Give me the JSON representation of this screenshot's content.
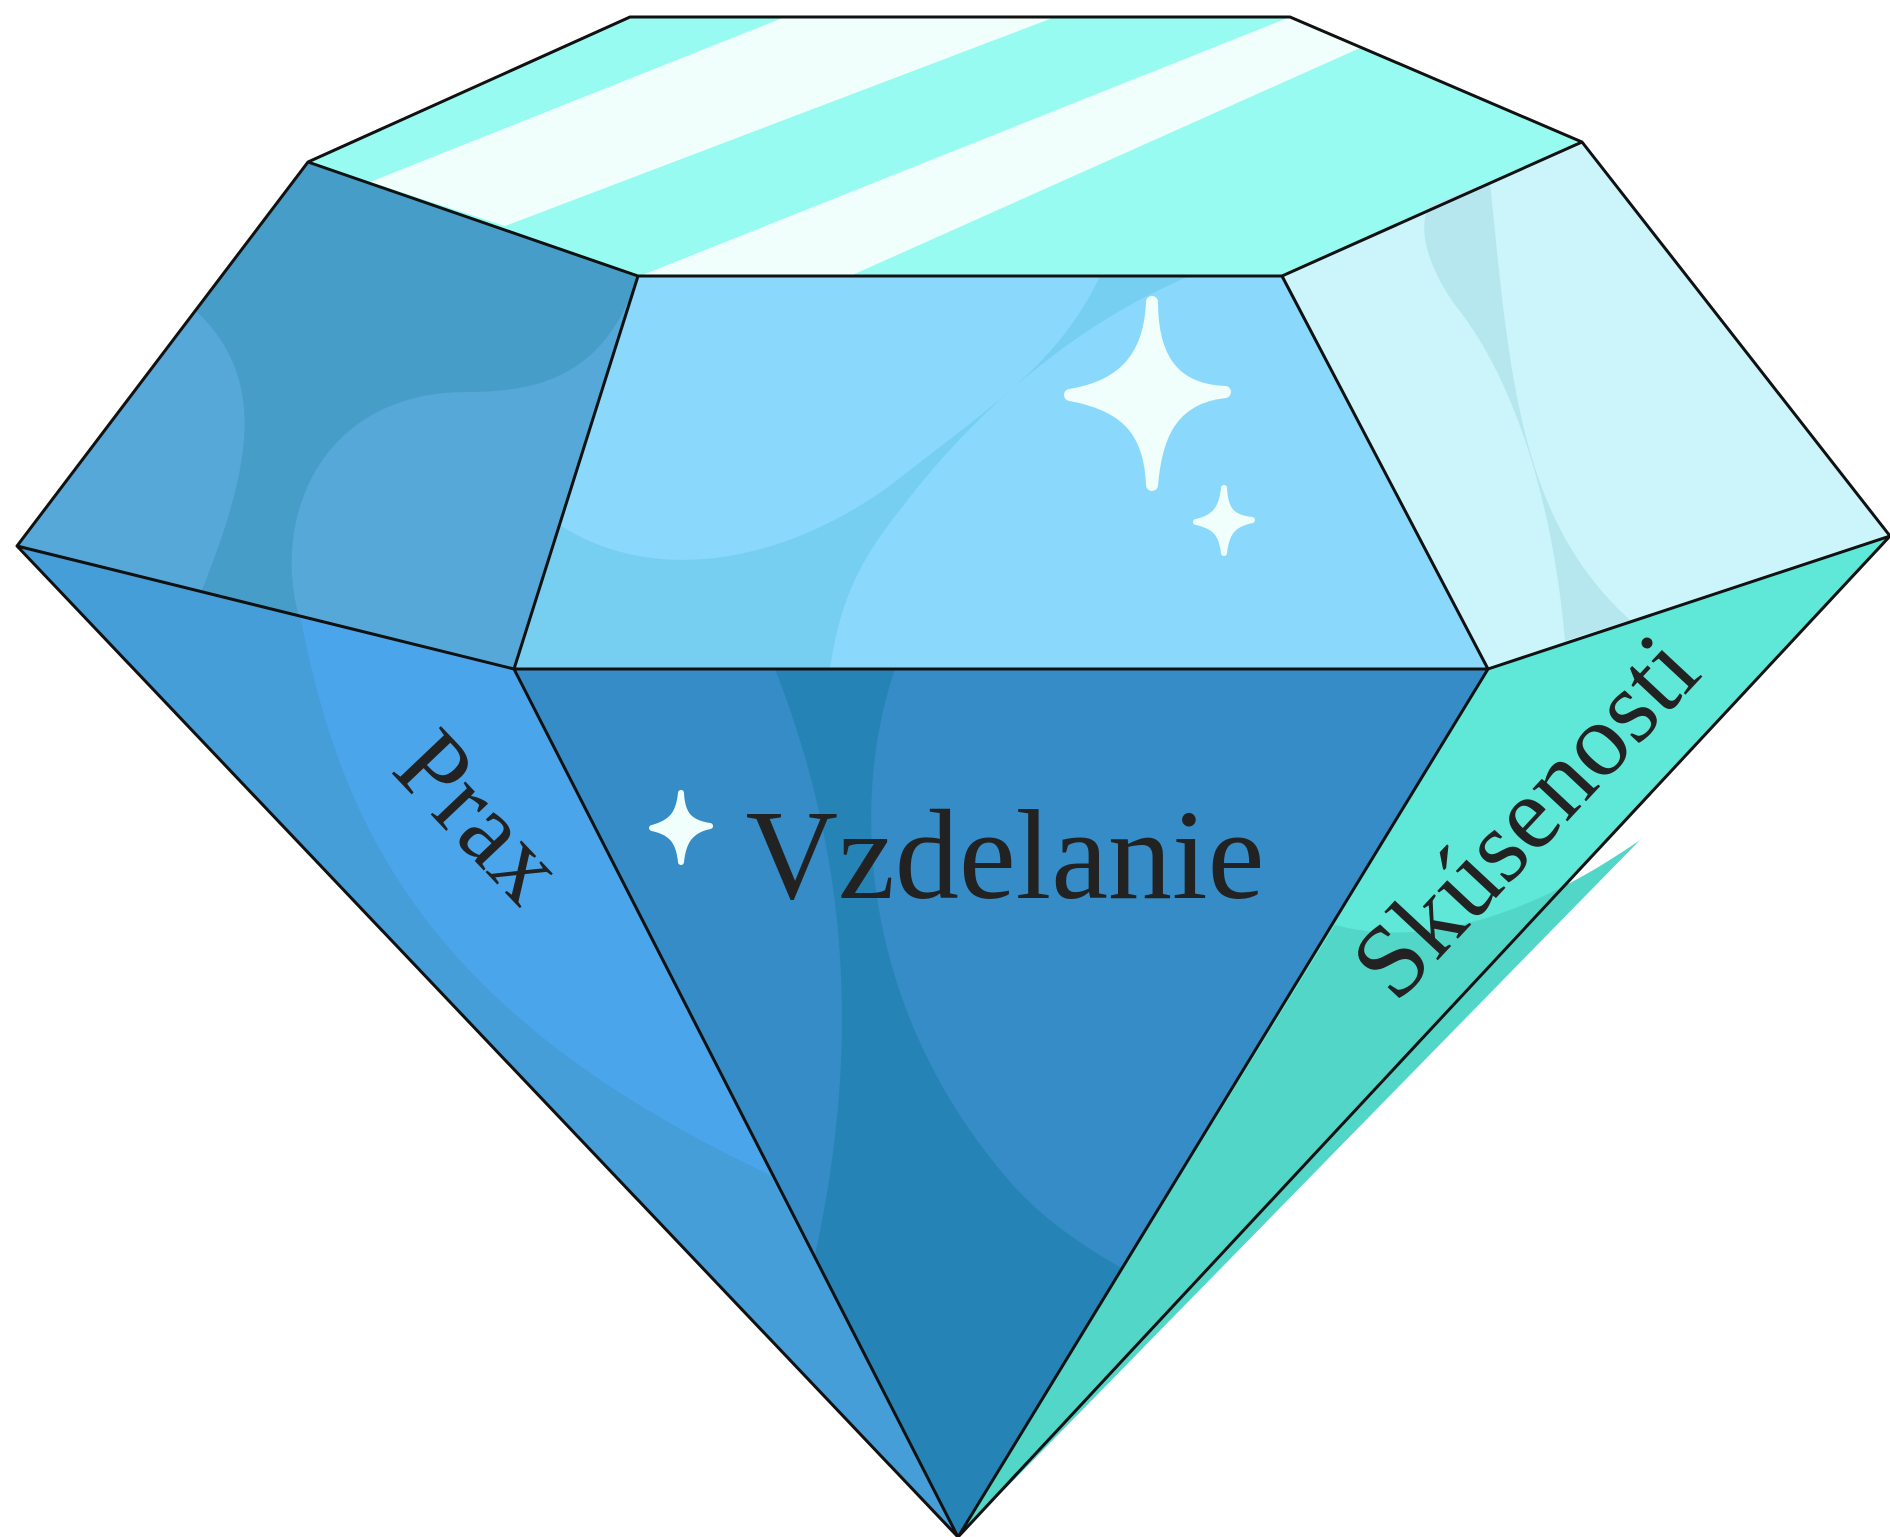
{
  "diagram": {
    "labels": {
      "center": "Vzdelanie",
      "left": "Prax",
      "right": "Skúsenosti"
    },
    "colors": {
      "outline": "#111111",
      "table_top": "#98FBF2",
      "table_highlight": "#F0FFFB",
      "upper_left_facet": "#55A8D8",
      "upper_center_facet": "#8AD9FC",
      "upper_right_facet": "#CCF5FB",
      "lower_left_facet": "#4AA5EA",
      "lower_center_facet": "#358CC6",
      "lower_right_facet": "#5FE8D8",
      "sparkle": "#F0FFFB",
      "label_text": "#222222"
    },
    "icons": [
      "sparkle-icon",
      "sparkle-icon",
      "sparkle-icon"
    ]
  }
}
